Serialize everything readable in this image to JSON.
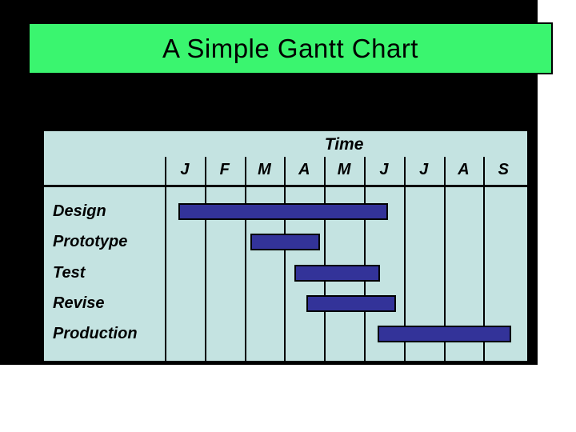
{
  "slide": {
    "title": "A Simple Gantt Chart",
    "colors": {
      "page": "#FFFFFF",
      "backdrop": "#000000",
      "title_fill": "#3AF56F",
      "chart_fill": "#C4E3E1",
      "bar_fill": "#333399",
      "line": "#000000",
      "text": "#000000"
    }
  },
  "chart_data": {
    "type": "gantt",
    "header_label": "Time",
    "months": [
      "J",
      "F",
      "M",
      "A",
      "M",
      "J",
      "J",
      "A",
      "S"
    ],
    "month_axis_note": "columns are consecutive months January through September",
    "tasks": [
      {
        "name": "Design",
        "start_month": 0.35,
        "end_month": 5.6
      },
      {
        "name": "Prototype",
        "start_month": 2.15,
        "end_month": 3.9
      },
      {
        "name": "Test",
        "start_month": 3.25,
        "end_month": 5.4
      },
      {
        "name": "Revise",
        "start_month": 3.55,
        "end_month": 5.8
      },
      {
        "name": "Production",
        "start_month": 5.35,
        "end_month": 8.7
      }
    ]
  }
}
